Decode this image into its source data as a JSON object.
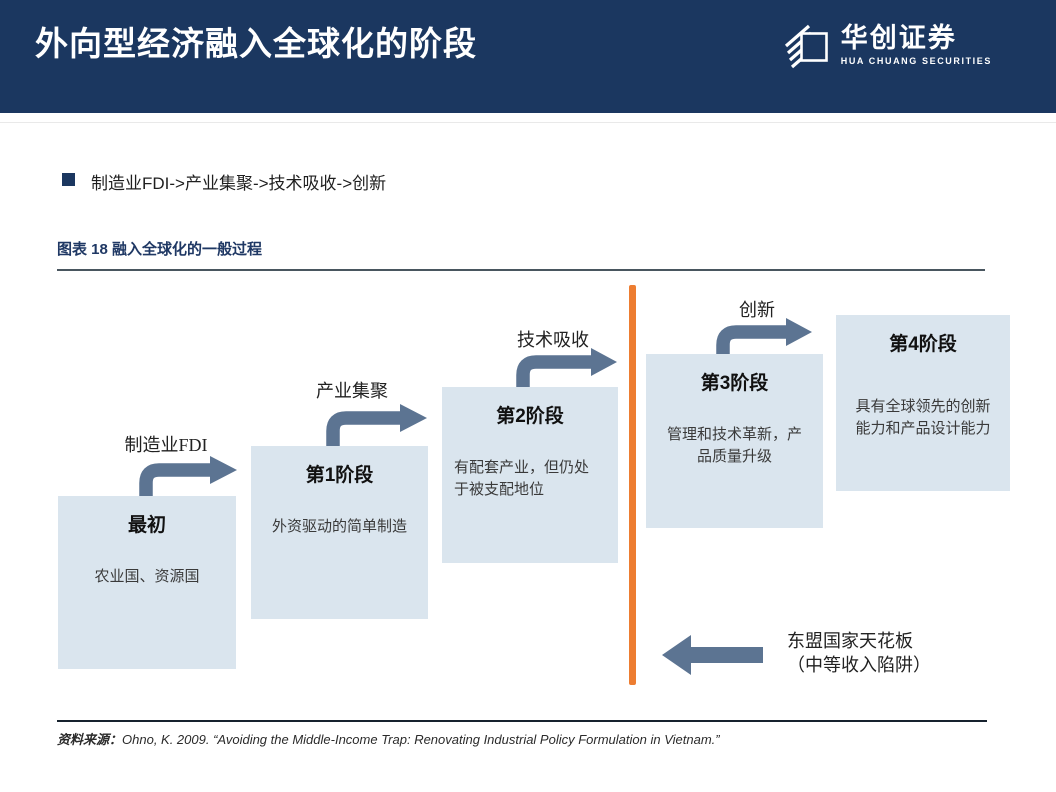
{
  "header": {
    "title": "外向型经济融入全球化的阶段",
    "logo": {
      "name_cn": "华创证券",
      "name_en": "HUA CHUANG SECURITIES"
    }
  },
  "bullet": {
    "text": "制造业FDI->产业集聚->技术吸收->创新"
  },
  "figure": {
    "caption": "图表 18 融入全球化的一般过程"
  },
  "diagram": {
    "stages": [
      {
        "title": "最初",
        "body": "农业国、资源国"
      },
      {
        "title": "第1阶段",
        "body": "外资驱动的简单制造"
      },
      {
        "title": "第2阶段",
        "body": "有配套产业，但仍处\n于被支配地位"
      },
      {
        "title": "第3阶段",
        "body": "管理和技术革新，产\n品质量升级"
      },
      {
        "title": "第4阶段",
        "body": "具有全球领先的创新\n能力和产品设计能力"
      }
    ],
    "arrow_labels": [
      {
        "label": "制造业FDI"
      },
      {
        "label": "产业集聚"
      },
      {
        "label": "技术吸收"
      },
      {
        "label": "创新"
      }
    ],
    "ceiling_note": "东盟国家天花板\n（中等收入陷阱）",
    "colors": {
      "box_fill": "#DAE5EE",
      "arrow": "#5C7492",
      "ceiling_line": "#ED7D31",
      "header_navy": "#1B3760"
    }
  },
  "footer": {
    "source_label": "资料来源：",
    "source_text": "Ohno, K. 2009. “Avoiding the Middle-Income Trap: Renovating Industrial Policy Formulation in Vietnam.”"
  }
}
